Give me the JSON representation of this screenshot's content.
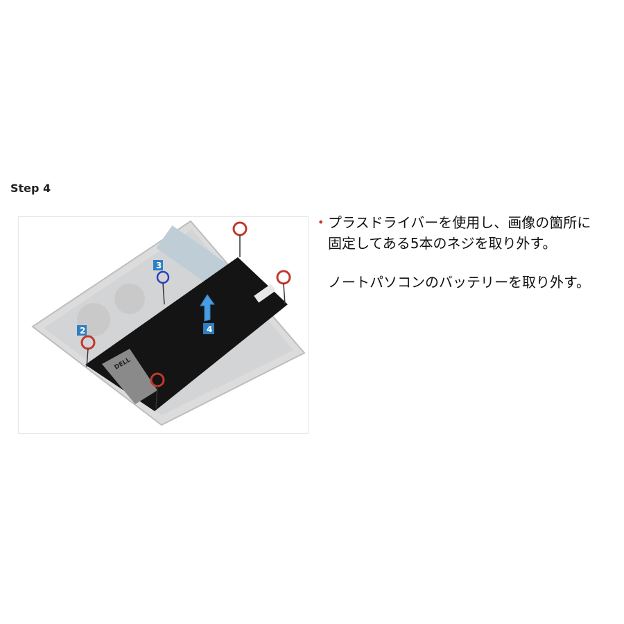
{
  "step": {
    "title": "Step 4"
  },
  "figure": {
    "callouts": [
      "2",
      "3",
      "4"
    ],
    "battery_brand": "DELL",
    "colors": {
      "screw_circle": "#c0392b",
      "connector_circle": "#2c3fbf",
      "callout": "#2f7fc1",
      "battery": "#111111"
    }
  },
  "instructions": {
    "bullet_icon": "bullet-dot",
    "line1": "プラスドライバーを使用し、画像の箇所に",
    "line2": "固定してある5本のネジを取り外す。",
    "line3": "ノートパソコンのバッテリーを取り外す。"
  }
}
